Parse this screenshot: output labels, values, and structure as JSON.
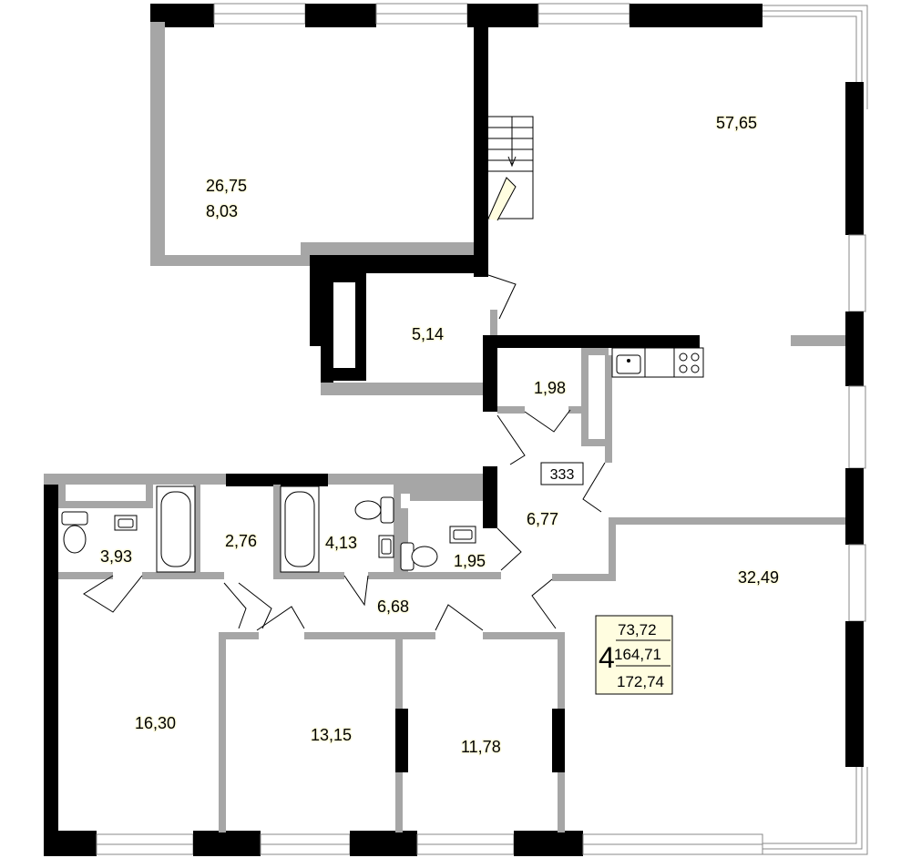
{
  "apartment": {
    "number": "333",
    "rooms_count": "4",
    "living_area": "73,72",
    "total_area": "164,71",
    "total_area_with_balcony": "172,74"
  },
  "rooms": {
    "terrace_area": "26,75",
    "terrace_reduced_area": "8,03",
    "living_room_area": "57,65",
    "storage_area": "5,14",
    "wardrobe_area": "1,98",
    "hall_area": "6,77",
    "bathroom1_area": "3,93",
    "laundry_area": "2,76",
    "bathroom2_area": "4,13",
    "wc_area": "1,95",
    "corridor_area": "6,68",
    "kitchen_dining_area": "32,49",
    "bedroom1_area": "16,30",
    "bedroom2_area": "13,15",
    "bedroom3_area": "11,78"
  },
  "colors": {
    "wall_thick": "#000000",
    "wall_partition": "#a6a6a6",
    "floor_highlight": "#fffde0",
    "background": "#ffffff"
  }
}
